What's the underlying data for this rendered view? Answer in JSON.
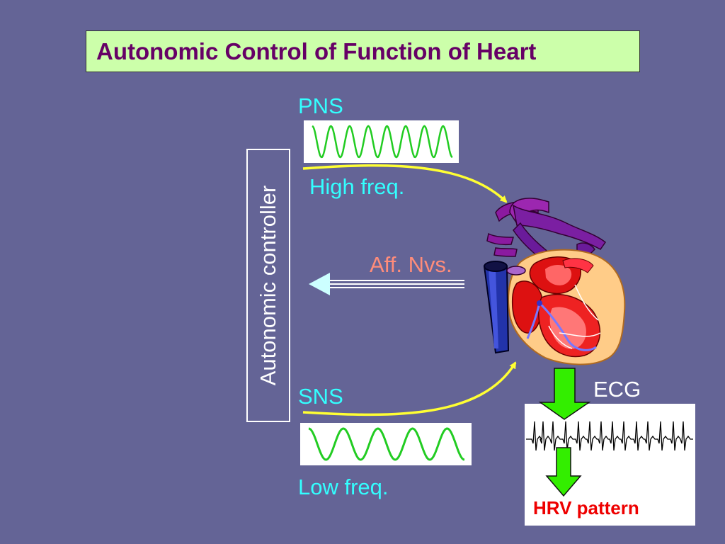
{
  "title": "Autonomic Control of Function of Heart",
  "labels": {
    "pns": "PNS",
    "high_freq": "High freq.",
    "aff_nvs": "Aff. Nvs.",
    "sns": "SNS",
    "low_freq": "Low freq.",
    "ecg": "ECG",
    "hrv": "HRV pattern",
    "controller": "Autonomic controller"
  },
  "colors": {
    "background": "#646496",
    "title_bg": "#ccffaa",
    "title_text": "#660066",
    "label_cyan": "#33ffff",
    "aff_text": "#ff8c7a",
    "wave_green": "#22cc22",
    "arrow_yellow": "#ffff33",
    "down_arrow_green": "#33ee00",
    "hrv_red": "#ee0000"
  }
}
